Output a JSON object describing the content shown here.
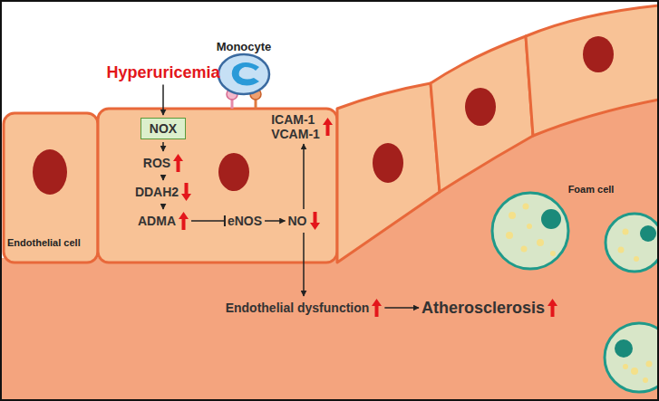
{
  "diagram": {
    "nodes": [
      {
        "text": [
          "Hyperuricemia"
        ]
      },
      {
        "text": [
          "NOX"
        ]
      },
      {
        "text": [
          "ROS"
        ]
      },
      {
        "text": [
          "DDAH2"
        ]
      },
      {
        "text": [
          "ADMA"
        ]
      },
      {
        "text": [
          "eNOS"
        ]
      },
      {
        "text": [
          "NO"
        ]
      },
      {
        "text": [
          "ICAM-1",
          "VCAM-1"
        ]
      },
      {
        "text": [
          "Endothelial dysfunction"
        ]
      },
      {
        "text": [
          "Atherosclerosis"
        ]
      }
    ],
    "edges": [
      {
        "from": 0,
        "to": 1,
        "arrow": "to"
      },
      {
        "from": 1,
        "to": 2,
        "arrow": "to"
      },
      {
        "from": 2,
        "to": 3,
        "arrow": "to"
      },
      {
        "from": 3,
        "to": 4,
        "arrow": "to"
      },
      {
        "from": 4,
        "to": 5,
        "arrow": "to"
      },
      {
        "from": 5,
        "to": 6,
        "arrow": "to"
      },
      {
        "from": 6,
        "to": 7,
        "arrow": "to"
      },
      {
        "from": 6,
        "to": 8,
        "arrow": "to"
      },
      {
        "from": 8,
        "to": 9,
        "arrow": "to"
      }
    ],
    "labels": [
      "Monocyte",
      "Endothelial cell",
      "Foam cell"
    ]
  }
}
